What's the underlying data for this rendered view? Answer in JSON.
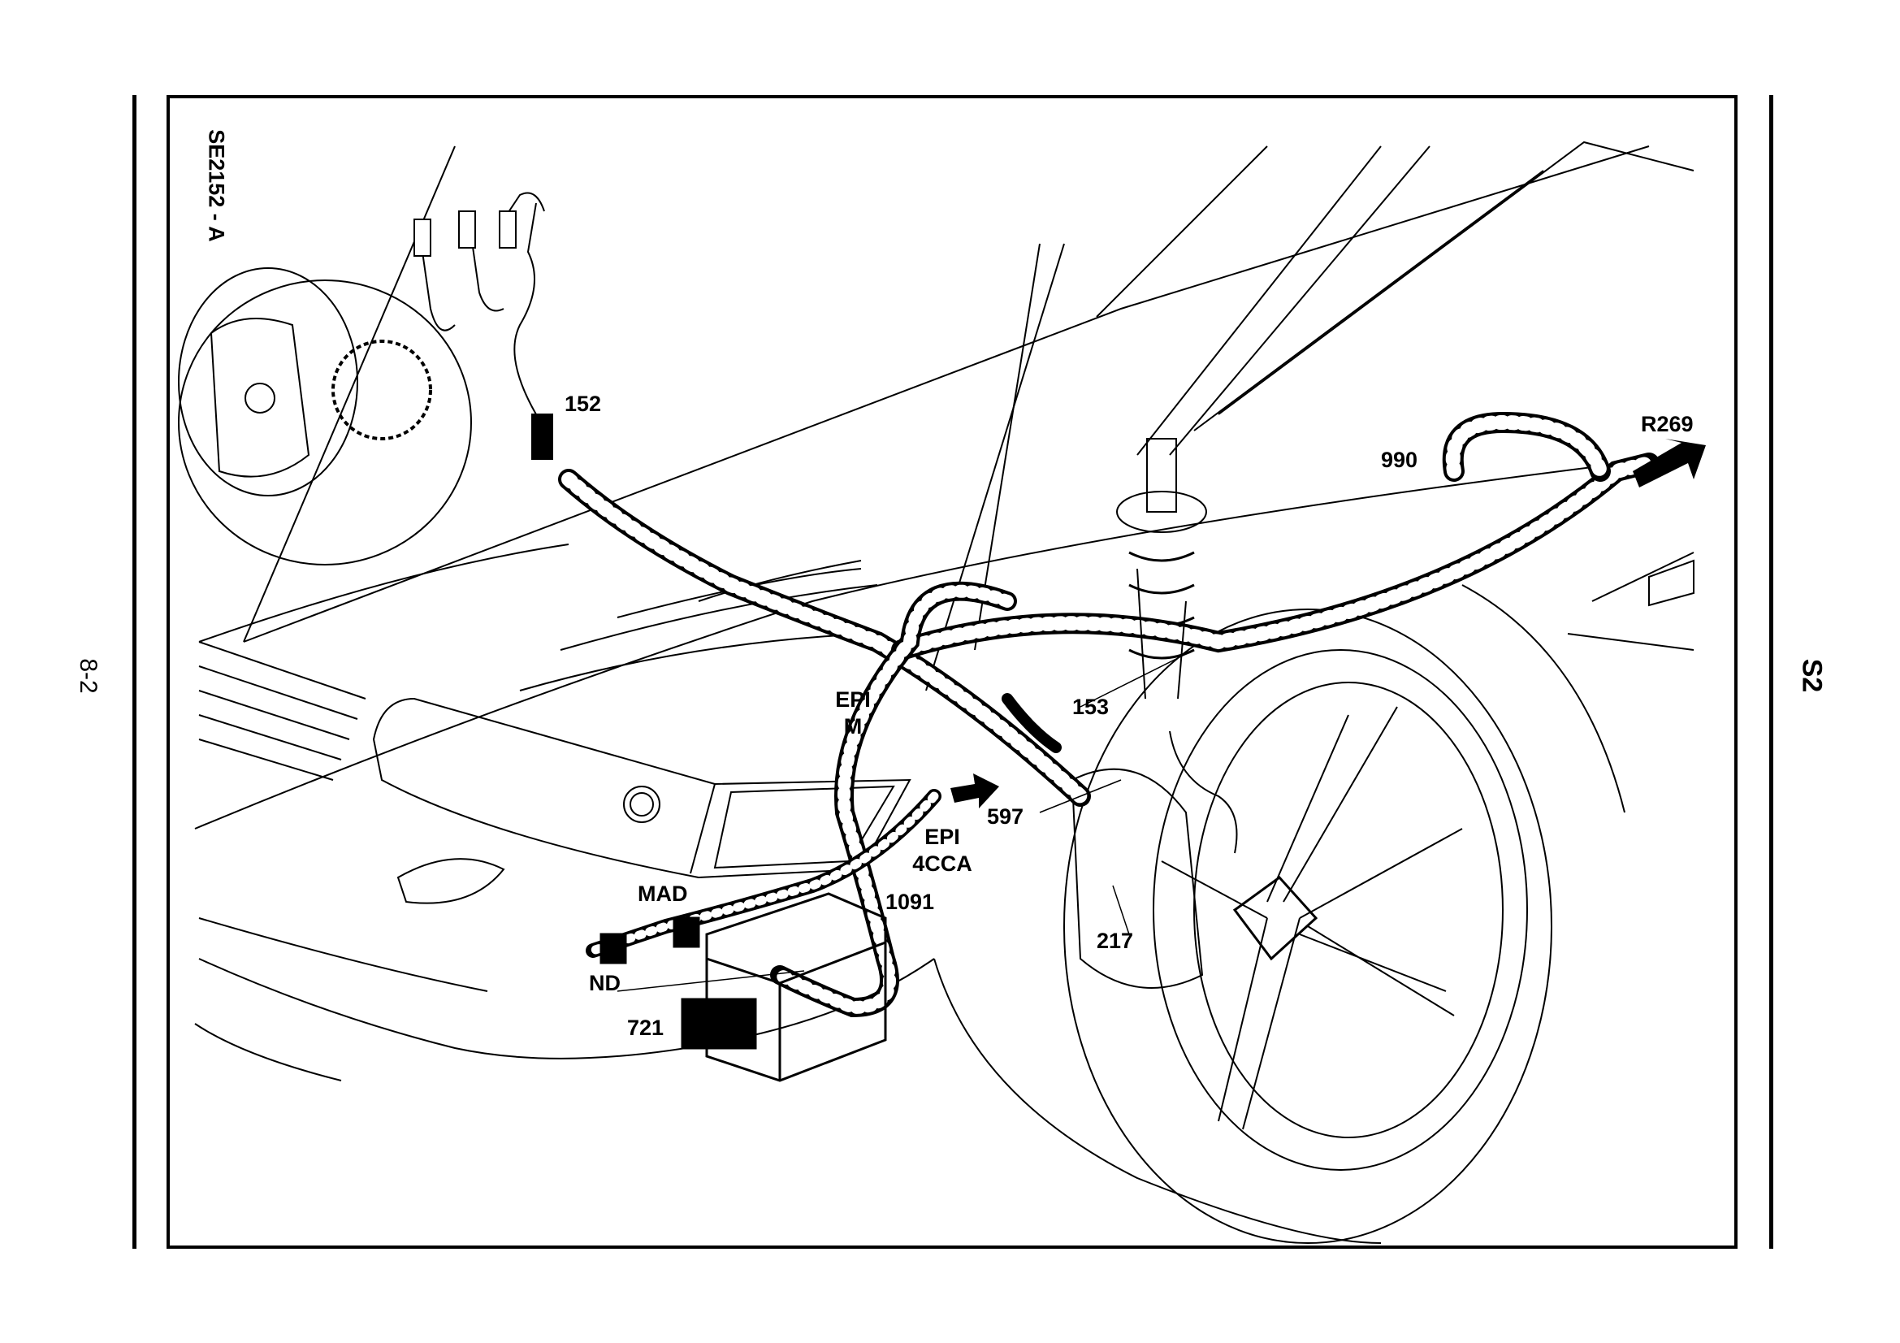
{
  "page": {
    "drawing_ref": "SE2152 - A",
    "page_number": "8-2",
    "section": "S2"
  },
  "callouts": {
    "c152": "152",
    "c990": "990",
    "r269": "R269",
    "epi_m_1": "EPI",
    "epi_m_2": "M",
    "c153": "153",
    "c597": "597",
    "epi_4cca_1": "EPI",
    "epi_4cca_2": "4CCA",
    "mad": "MAD",
    "c1091": "1091",
    "nd": "ND",
    "c217": "217",
    "c721": "721"
  },
  "colors": {
    "ink": "#000000",
    "paper": "#ffffff"
  }
}
